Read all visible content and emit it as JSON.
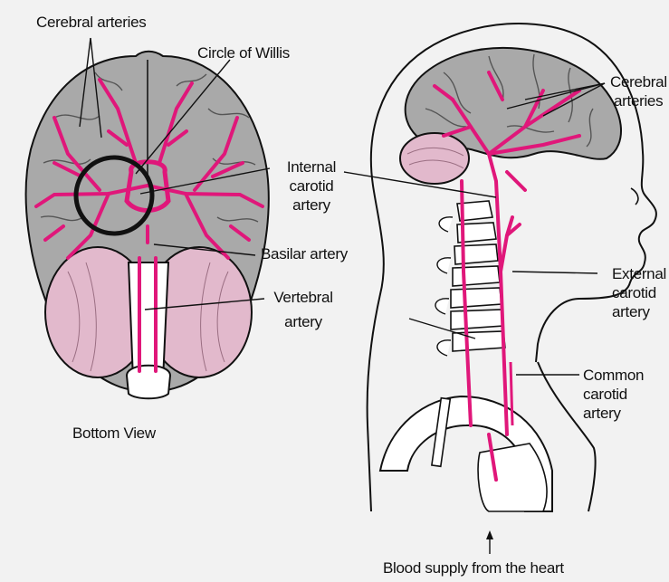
{
  "labels": {
    "cerebral_arteries_left": "Cerebral arteries",
    "circle_of_willis": "Circle of Willis",
    "internal_carotid": [
      "Internal",
      "carotid",
      "artery"
    ],
    "basilar_artery": "Basilar artery",
    "vertebral_artery": [
      "Vertebral",
      "artery"
    ],
    "bottom_view": "Bottom View",
    "cerebral_arteries_right": [
      "Cerebral",
      "arteries"
    ],
    "external_carotid": [
      "External",
      "carotid",
      "artery"
    ],
    "common_carotid": [
      "Common",
      "carotid",
      "artery"
    ],
    "blood_supply": "Blood supply from the heart"
  },
  "colors": {
    "background": "#f2f2f2",
    "brain_gray": "#a9a9a9",
    "cerebellum_pink": "#e2b9cc",
    "artery_magenta": "#e0177a",
    "outline": "#111111"
  }
}
